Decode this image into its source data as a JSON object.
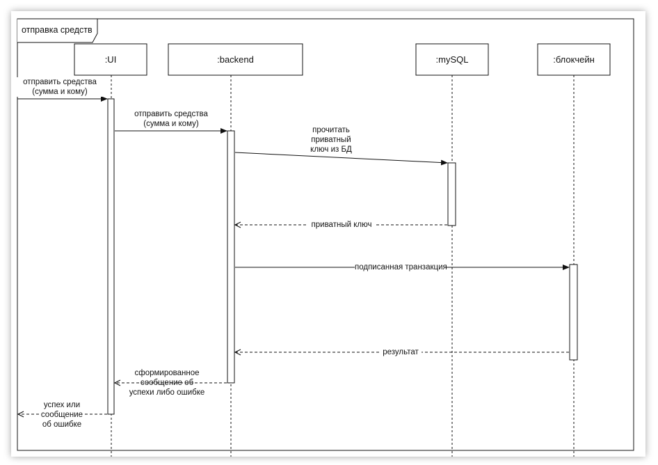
{
  "frame": {
    "title": "отправка средств"
  },
  "participants": [
    {
      "id": "ui",
      "name": ":UI"
    },
    {
      "id": "backend",
      "name": ":backend"
    },
    {
      "id": "mysql",
      "name": ":mySQL"
    },
    {
      "id": "blockchain",
      "name": ":блокчейн"
    }
  ],
  "messages": [
    {
      "id": "m1",
      "from": "actor",
      "to": "ui",
      "kind": "sync",
      "lines": [
        "отправить средства",
        "(сумма и кому)"
      ]
    },
    {
      "id": "m2",
      "from": "ui",
      "to": "backend",
      "kind": "sync",
      "lines": [
        "отправить средства",
        "(сумма и кому)"
      ]
    },
    {
      "id": "m3",
      "from": "backend",
      "to": "mysql",
      "kind": "sync",
      "lines": [
        "прочитать",
        "приватный",
        "ключ из БД"
      ]
    },
    {
      "id": "m4",
      "from": "mysql",
      "to": "backend",
      "kind": "return",
      "lines": [
        "приватный ключ"
      ]
    },
    {
      "id": "m5",
      "from": "backend",
      "to": "blockchain",
      "kind": "sync",
      "lines": [
        "подписанная транзакция"
      ]
    },
    {
      "id": "m6",
      "from": "blockchain",
      "to": "backend",
      "kind": "return",
      "lines": [
        "результат"
      ]
    },
    {
      "id": "m7",
      "from": "backend",
      "to": "ui",
      "kind": "return",
      "lines": [
        "сформированное",
        "сообщение об",
        "успехи либо ошибке"
      ]
    },
    {
      "id": "m8",
      "from": "ui",
      "to": "actor",
      "kind": "return",
      "lines": [
        "успех или",
        "сообщение",
        "об ошибке"
      ]
    }
  ]
}
